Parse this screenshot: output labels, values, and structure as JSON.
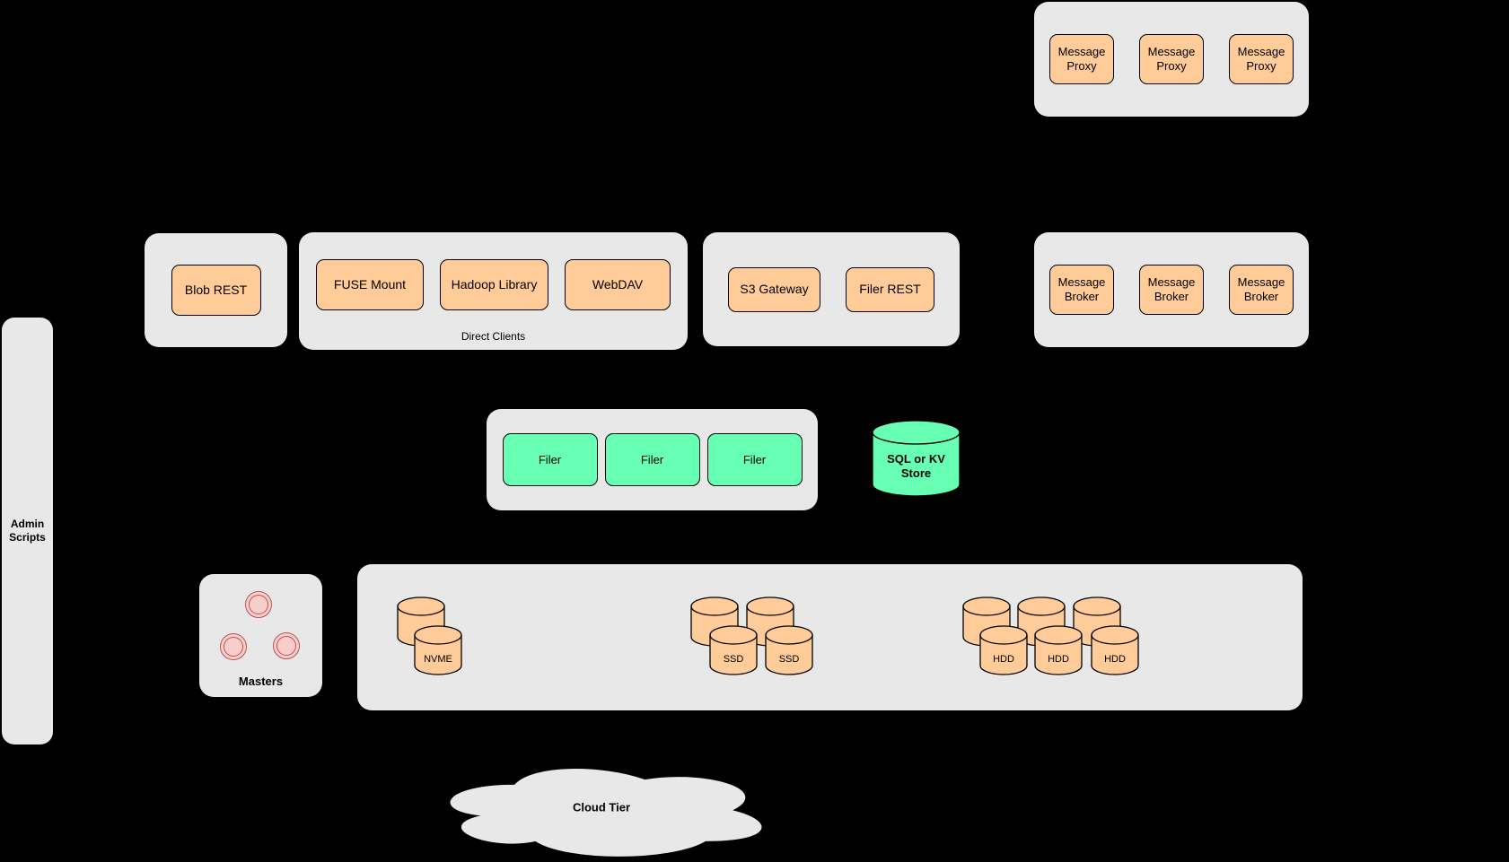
{
  "colors": {
    "background": "#000000",
    "panel": "#e8e8e8",
    "node_orange": "#ffcc99",
    "node_green": "#66ffb3",
    "pink_fill": "#f8cecc",
    "pink_border": "#b85450",
    "stroke": "#000000"
  },
  "message_proxy_group": {
    "items": [
      "Message Proxy",
      "Message Proxy",
      "Message Proxy"
    ]
  },
  "blob_group": {
    "items": [
      "Blob REST"
    ]
  },
  "direct_clients_group": {
    "label": "Direct Clients",
    "items": [
      "FUSE Mount",
      "Hadoop Library",
      "WebDAV"
    ]
  },
  "gateway_group": {
    "items": [
      "S3 Gateway",
      "Filer REST"
    ]
  },
  "message_broker_group": {
    "items": [
      "Message Broker",
      "Message Broker",
      "Message Broker"
    ]
  },
  "filer_group": {
    "items": [
      "Filer",
      "Filer",
      "Filer"
    ]
  },
  "sql_store": {
    "label": "SQL or KV Store"
  },
  "admin": {
    "label": "Admin Scripts"
  },
  "masters": {
    "label": "Masters"
  },
  "volumes": {
    "nvme": {
      "label": "NVME"
    },
    "ssd": {
      "labels": [
        "SSD",
        "SSD"
      ]
    },
    "hdd": {
      "labels": [
        "HDD",
        "HDD",
        "HDD"
      ]
    }
  },
  "cloud": {
    "label": "Cloud Tier"
  }
}
